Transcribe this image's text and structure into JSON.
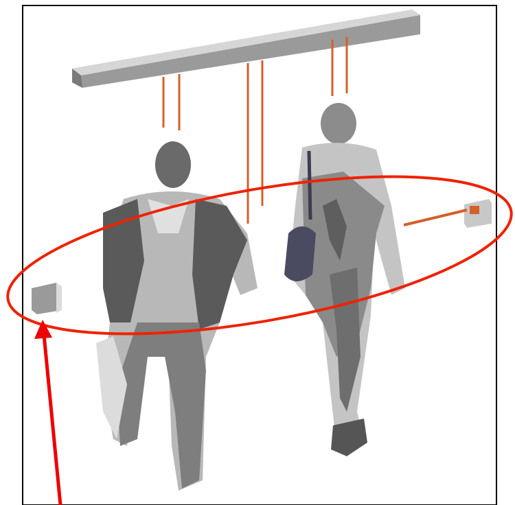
{
  "diagram": {
    "elements": [
      "ceiling-beam",
      "ceiling-sensor-beams",
      "person-front",
      "person-back",
      "shoulder-bag",
      "wall-sensor-left",
      "wall-sensor-right",
      "sensor-beam-right",
      "detection-zone-ellipse",
      "callout-arrow"
    ],
    "colors": {
      "frame": "#000000",
      "beam": "#a8a8a8",
      "sensor_beam": "#d4602a",
      "highlight": "#ee2200",
      "arrow": "#ee0000",
      "person_light": "#c8c8c8",
      "person_mid": "#8a8a8a",
      "person_dark": "#5a5a5a",
      "bag": "#4a4a60"
    }
  }
}
